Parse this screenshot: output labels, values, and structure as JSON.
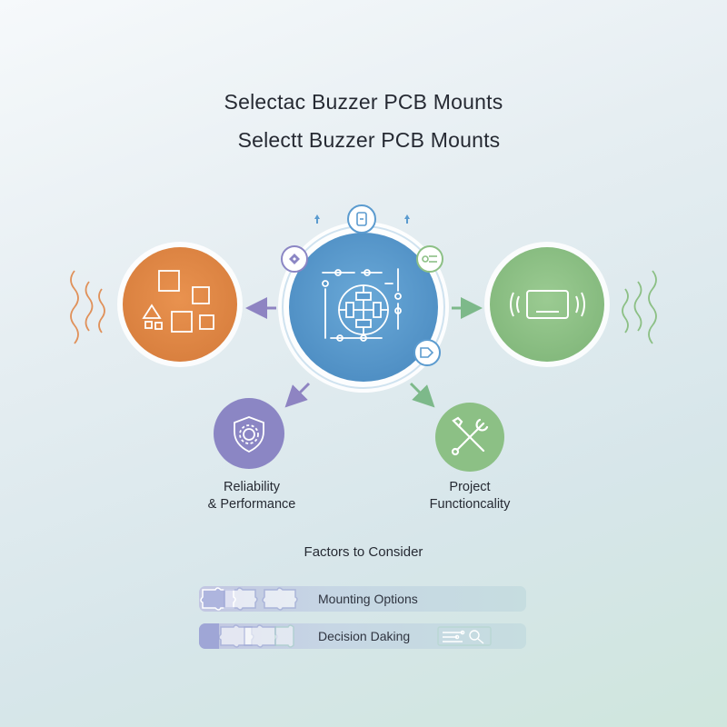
{
  "title_line1": "Selectac Buzzer PCB Mounts",
  "title_line2": "Selectt Buzzer PCB Mounts",
  "nodes": {
    "left_label_line1": "Reliability",
    "left_label_line2": "& Performance",
    "right_label_line1": "Project",
    "right_label_line2": "Functioncality"
  },
  "factors": {
    "title": "Factors to Consider",
    "items": [
      "Mounting Options",
      "Decision Daking"
    ]
  },
  "colors": {
    "orange": "#e0884a",
    "blue": "#5b9bcf",
    "green": "#8cc085",
    "purple": "#8b86c4",
    "arrow_purple": "#8e84c2",
    "arrow_green": "#7db98a"
  },
  "icons": [
    "shapes-icon",
    "circuit-icon",
    "device-icon",
    "shield-gear-icon",
    "tools-icon",
    "puzzle-icon",
    "magnifier-circuit-icon"
  ]
}
